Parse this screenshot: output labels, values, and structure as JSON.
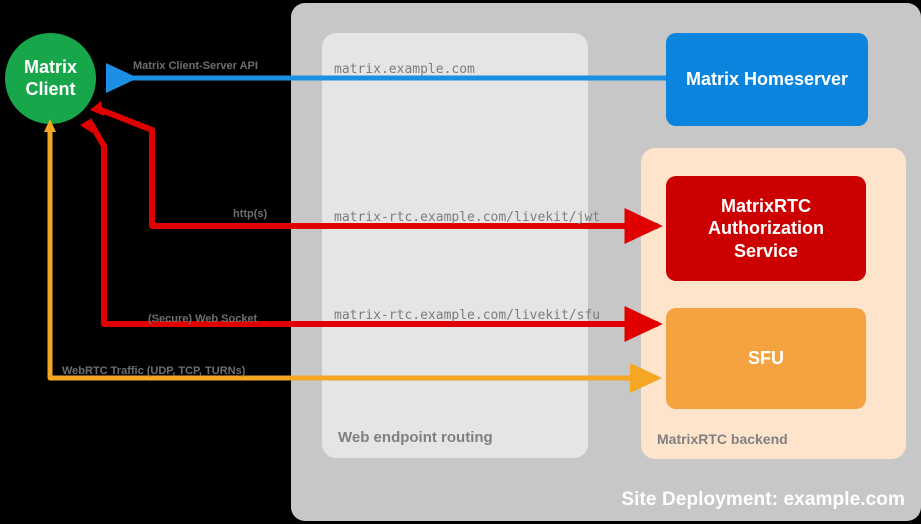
{
  "diagram": {
    "title": "MatrixRTC site deployment architecture",
    "background_color": "#000000"
  },
  "site": {
    "label": "Site Deployment: example.com",
    "color": "#c7c7c7"
  },
  "routing": {
    "label": "Web endpoint routing",
    "color": "#e5e5e5",
    "endpoints": [
      "matrix.example.com",
      "matrix-rtc.example.com/livekit/jwt",
      "matrix-rtc.example.com/livekit/sfu"
    ]
  },
  "backend": {
    "label": "MatrixRTC backend",
    "color": "#fde4cb"
  },
  "nodes": {
    "client": {
      "line1": "Matrix",
      "line2": "Client",
      "color": "#17a74a"
    },
    "homeserver": {
      "label": "Matrix Homeserver",
      "color": "#0b84de"
    },
    "auth_service": {
      "line1": "MatrixRTC",
      "line2": "Authorization",
      "line3": "Service",
      "color": "#cc0000"
    },
    "sfu": {
      "label": "SFU",
      "color": "#f5a341"
    }
  },
  "links": [
    {
      "label": "Matrix Client-Server API",
      "endpoint": "matrix.example.com",
      "color": "#1a8fe3",
      "target": "Matrix Homeserver"
    },
    {
      "label": "http(s)",
      "endpoint": "matrix-rtc.example.com/livekit/jwt",
      "color": "#e00000",
      "target": "MatrixRTC Authorization Service"
    },
    {
      "label": "(Secure) Web Socket",
      "endpoint": "matrix-rtc.example.com/livekit/sfu",
      "color": "#e00000",
      "target": "SFU"
    },
    {
      "label": "WebRTC Traffic (UDP, TCP, TURNs)",
      "endpoint": "",
      "color": "#f5a623",
      "target": "SFU"
    }
  ]
}
